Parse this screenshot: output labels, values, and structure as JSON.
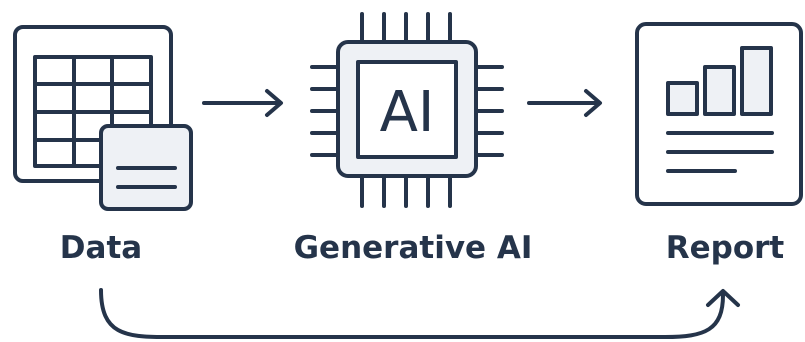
{
  "diagram": {
    "nodes": [
      {
        "id": "data",
        "label": "Data",
        "icon": "spreadsheet-with-document-icon"
      },
      {
        "id": "generative-ai",
        "label": "Generative AI",
        "icon": "ai-chip-icon",
        "chip_text": "AI"
      },
      {
        "id": "report",
        "label": "Report",
        "icon": "bar-chart-report-icon"
      }
    ],
    "edges": [
      {
        "from": "data",
        "to": "generative-ai",
        "style": "straight-arrow"
      },
      {
        "from": "generative-ai",
        "to": "report",
        "style": "straight-arrow"
      },
      {
        "from": "data",
        "to": "report",
        "style": "curved-arrow-below"
      }
    ],
    "colors": {
      "stroke": "#25344a",
      "panel_fill": "#eef1f5",
      "background": "#ffffff"
    }
  }
}
